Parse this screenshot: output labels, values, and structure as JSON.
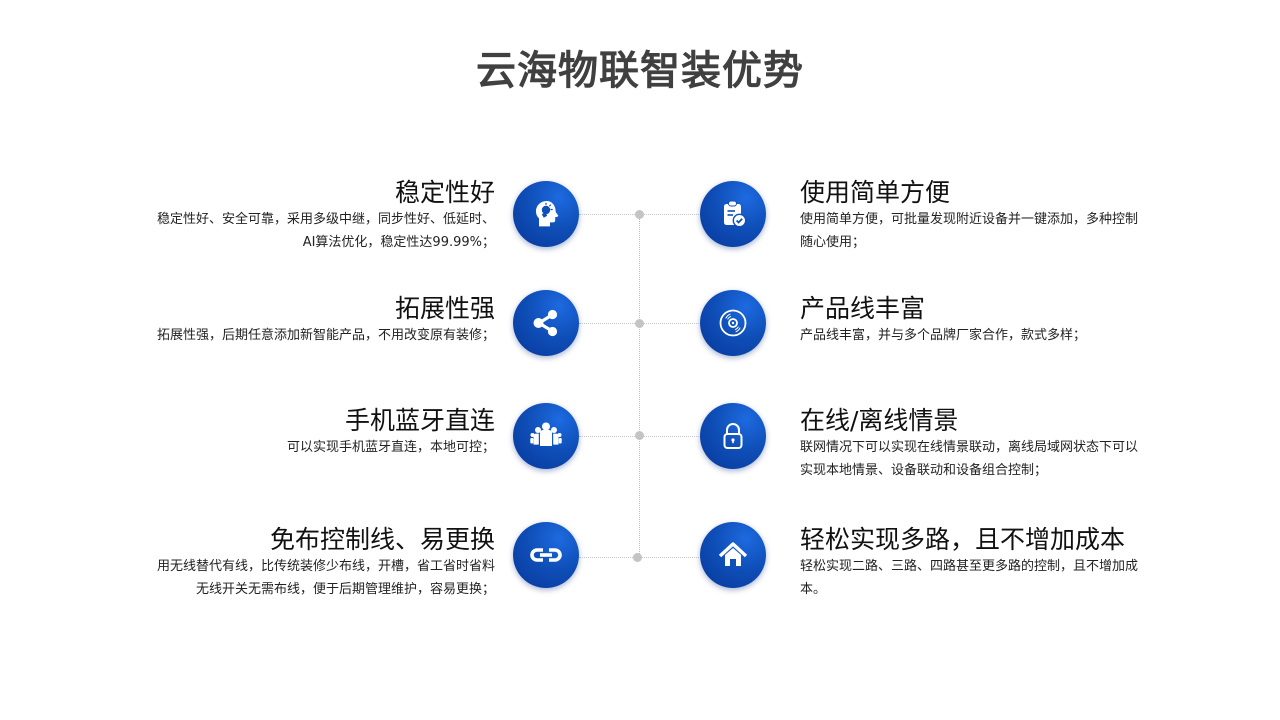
{
  "page": {
    "title": "云海物联智装优势"
  },
  "colors": {
    "accent_blue": "#0f4fb8",
    "title_gray": "#404040",
    "connector_gray": "#c4c4c4"
  },
  "left_items": [
    {
      "title": "稳定性好",
      "desc_lines": [
        "稳定性好、安全可靠，采用多级中继，同步性好、低延时、",
        "AI算法优化，稳定性达99.99%；"
      ],
      "icon": "head-lightbulb-icon"
    },
    {
      "title": "拓展性强",
      "desc_lines": [
        "拓展性强，后期任意添加新智能产品，不用改变原有装修；"
      ],
      "icon": "share-icon"
    },
    {
      "title": "手机蓝牙直连",
      "desc_lines": [
        "可以实现手机蓝牙直连，本地可控；"
      ],
      "icon": "group-people-icon"
    },
    {
      "title": "免布控制线、易更换",
      "desc_lines": [
        "用无线替代有线，比传统装修少布线，开槽，省工省时省料",
        "无线开关无需布线，便于后期管理维护，容易更换；"
      ],
      "icon": "chain-link-icon"
    }
  ],
  "right_items": [
    {
      "title": "使用简单方便",
      "desc_lines": [
        "使用简单方便，可批量发现附近设备并一键添加，多种控制",
        "随心使用；"
      ],
      "icon": "clipboard-check-icon"
    },
    {
      "title": "产品线丰富",
      "desc_lines": [
        "产品线丰富，并与多个品牌厂家合作，款式多样；"
      ],
      "icon": "disc-icon"
    },
    {
      "title": "在线/离线情景",
      "desc_lines": [
        "联网情况下可以实现在线情景联动，离线局域网状态下可以",
        "实现本地情景、设备联动和设备组合控制；"
      ],
      "icon": "lock-icon"
    },
    {
      "title": "轻松实现多路，且不增加成本",
      "desc_lines": [
        "轻松实现二路、三路、四路甚至更多路的控制，且不增加成",
        "本。"
      ],
      "icon": "home-icon"
    }
  ]
}
